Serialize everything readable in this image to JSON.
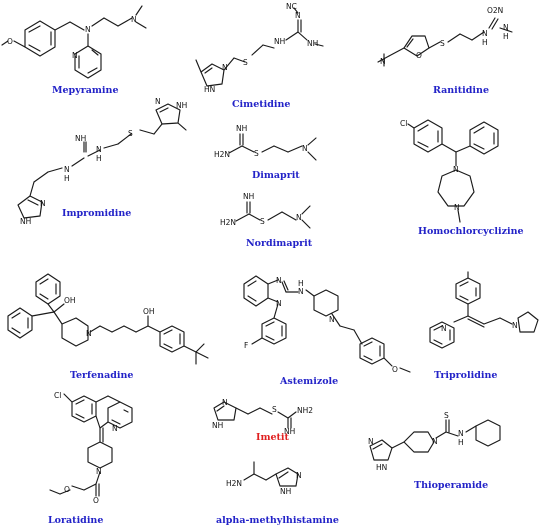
{
  "colors": {
    "name_default": "#2323c8",
    "name_highlight": "#e02020",
    "bond": "#1a1a1a"
  },
  "compounds": [
    {
      "id": "mepyramine",
      "name": "Mepyramine"
    },
    {
      "id": "cimetidine",
      "name": "Cimetidine"
    },
    {
      "id": "ranitidine",
      "name": "Ranitidine"
    },
    {
      "id": "impromidine",
      "name": "Impromidine"
    },
    {
      "id": "dimaprit",
      "name": "Dimaprit"
    },
    {
      "id": "nordimaprit",
      "name": "Nordimaprit"
    },
    {
      "id": "homochlorcyclizine",
      "name": "Homochlorcyclizine"
    },
    {
      "id": "terfenadine",
      "name": "Terfenadine"
    },
    {
      "id": "astemizole",
      "name": "Astemizole"
    },
    {
      "id": "triprolidine",
      "name": "Triprolidine"
    },
    {
      "id": "imetit",
      "name": "Imetit",
      "highlight": true
    },
    {
      "id": "loratidine",
      "name": "Loratidine"
    },
    {
      "id": "alpha-methylhistamine",
      "name": "alpha-methylhistamine"
    },
    {
      "id": "thioperamide",
      "name": "Thioperamide"
    }
  ],
  "atom_labels": {
    "O": "O",
    "N": "N",
    "S": "S",
    "F": "F",
    "Cl": "Cl",
    "OH": "OH",
    "NH": "NH",
    "NH2": "NH2",
    "H2N": "H2N",
    "HN": "HN",
    "H": "H",
    "NC": "NC",
    "O2N": "O2N"
  }
}
